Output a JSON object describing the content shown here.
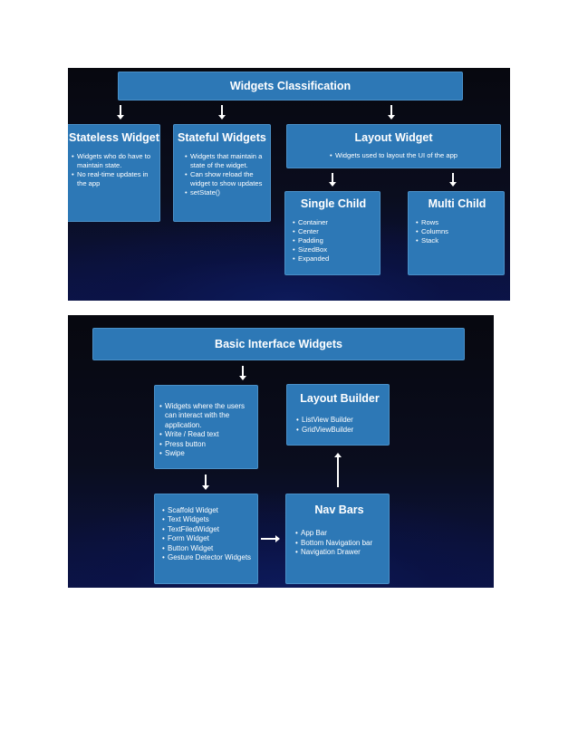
{
  "slide1": {
    "header": "Widgets Classification",
    "stateless": {
      "title": "Stateless Widget",
      "items": [
        "Widgets who do have to maintain state.",
        "No real-time updates in the app"
      ]
    },
    "stateful": {
      "title": "Stateful Widgets",
      "items": [
        "Widgets that maintain a state of the widget.",
        "Can show reload the widget to show updates",
        "setState()"
      ]
    },
    "layout": {
      "title": "Layout Widget",
      "items": [
        "Widgets used to layout the UI of the app"
      ]
    },
    "single_child": {
      "title": "Single Child",
      "items": [
        "Container",
        "Center",
        "Padding",
        "SizedBox",
        "Expanded"
      ]
    },
    "multi_child": {
      "title": "Multi Child",
      "items": [
        "Rows",
        "Columns",
        "Stack"
      ]
    }
  },
  "slide2": {
    "header": "Basic Interface Widgets",
    "interact": {
      "items": [
        "Widgets where the users can interact with the application.",
        "Write / Read text",
        "Press button",
        "Swipe"
      ]
    },
    "widgets_list": {
      "items": [
        "Scaffold Widget",
        "Text Widgets",
        "TextFiledWidget",
        "Form Widget",
        "Button Widget",
        "Gesture Detector Widgets"
      ]
    },
    "layout_builder": {
      "title": "Layout Builder",
      "items": [
        "ListView Builder",
        "GridViewBuilder"
      ]
    },
    "nav_bars": {
      "title": "Nav Bars",
      "items": [
        "App Bar",
        "Bottom Navigation bar",
        "Navigation Drawer"
      ]
    }
  }
}
